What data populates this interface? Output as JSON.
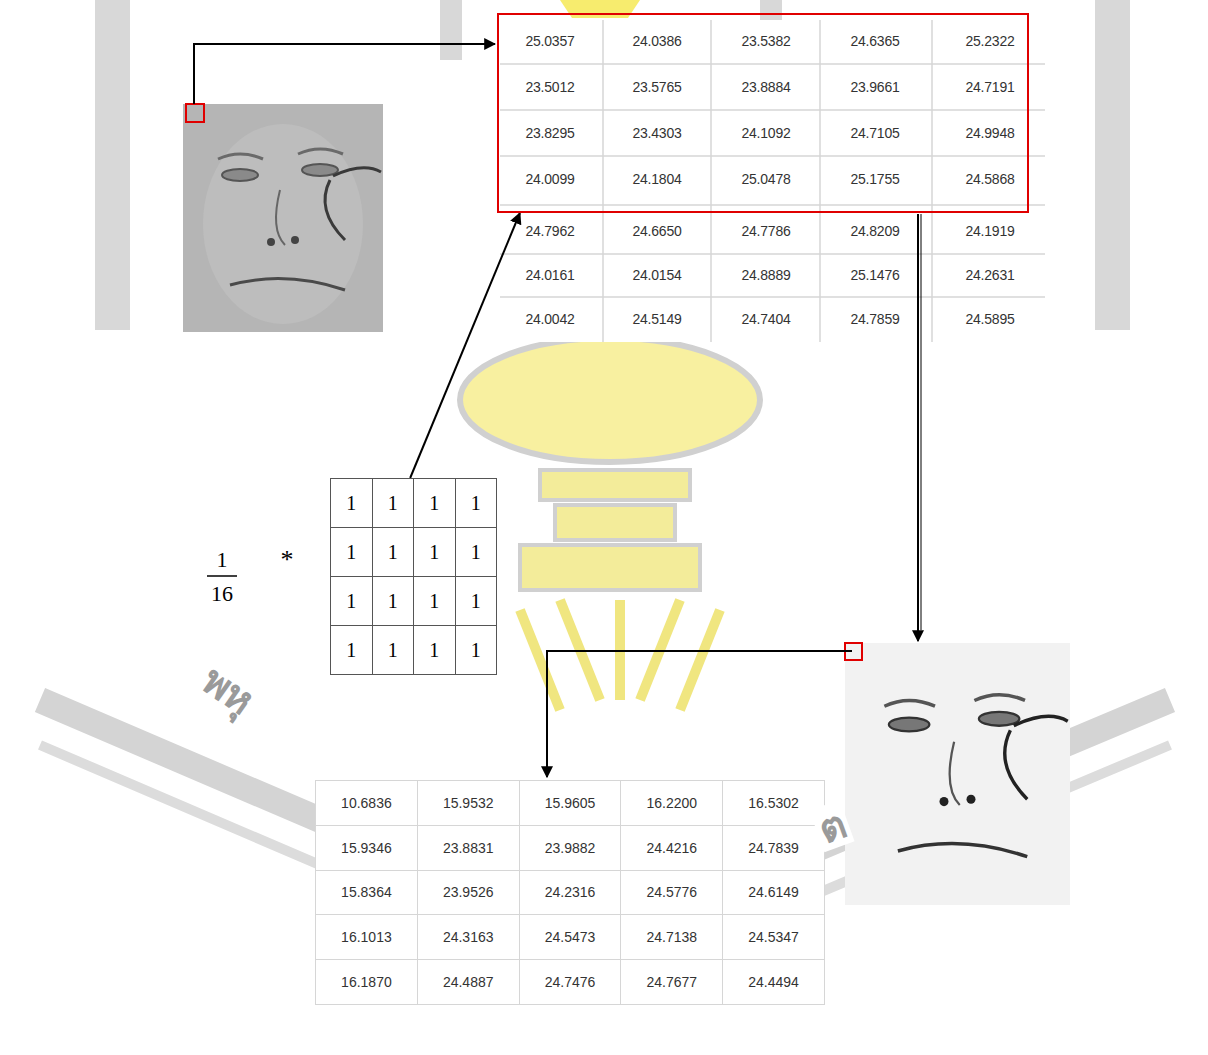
{
  "diagram": {
    "nodes": [
      {
        "text": [
          "25.0357",
          "24.0386",
          "23.5382",
          "24.6365",
          "25.2322",
          "23.5012",
          "23.5765",
          "23.8884",
          "23.9661",
          "24.7191",
          "23.8295",
          "23.4303",
          "24.1092",
          "24.7105",
          "24.9948",
          "24.0099",
          "24.1804",
          "25.0478",
          "25.1755",
          "24.5868"
        ]
      },
      {
        "text": [
          "1",
          "1",
          "1",
          "1",
          "1",
          "1",
          "1",
          "1",
          "1",
          "1",
          "1",
          "1",
          "1",
          "1",
          "1",
          "1"
        ]
      },
      {
        "text": [
          "10.6836",
          "15.9532",
          "15.9605",
          "16.2200",
          "16.5302",
          "15.9346",
          "23.8831",
          "23.9882",
          "24.4216",
          "24.7839",
          "15.8364",
          "23.9526",
          "24.2316",
          "24.5776",
          "24.6149",
          "16.1013",
          "24.3163",
          "24.5473",
          "24.7138",
          "24.5347",
          "16.1870",
          "24.4887",
          "24.7476",
          "24.7677",
          "24.4494"
        ]
      }
    ],
    "edges": [
      {
        "from": 1,
        "to": 0,
        "arrow": "to"
      }
    ],
    "labels": [
      "24.7962",
      "24.6650",
      "24.7786",
      "24.8209",
      "24.1919",
      "24.0161",
      "24.0154",
      "24.8889",
      "25.1476",
      "24.2631",
      "24.0042",
      "24.5149",
      "24.7404",
      "24.7859",
      "24.5895",
      "1",
      "16",
      "*",
      "พหุ",
      "ต"
    ]
  }
}
